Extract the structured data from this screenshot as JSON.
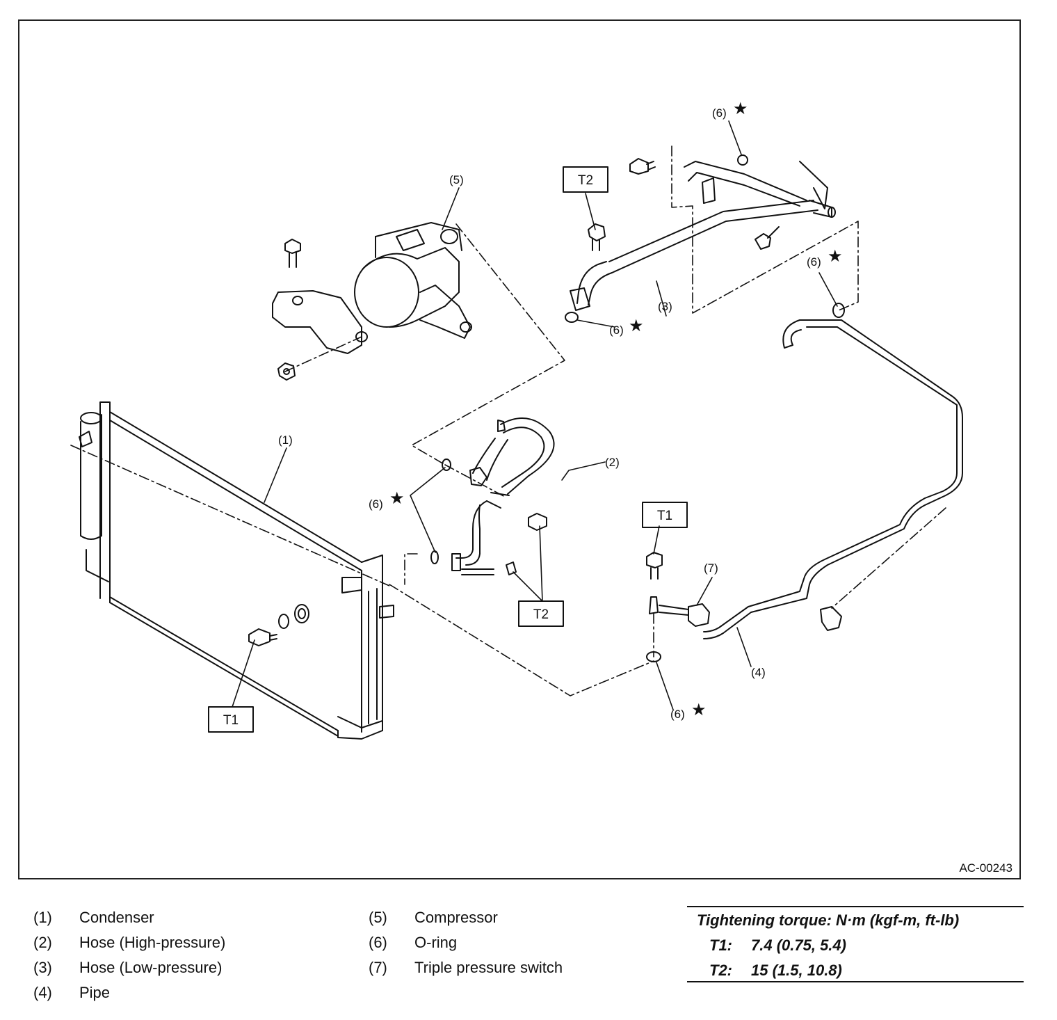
{
  "figure_id": "AC-00243",
  "callouts": {
    "c1": "(1)",
    "c2": "(2)",
    "c3": "(3)",
    "c4": "(4)",
    "c5": "(5)",
    "c6": "(6)",
    "c7": "(7)",
    "star": "★",
    "t1": "T1",
    "t2": "T2"
  },
  "legend": [
    {
      "num": "(1)",
      "label": "Condenser"
    },
    {
      "num": "(2)",
      "label": "Hose (High-pressure)"
    },
    {
      "num": "(3)",
      "label": "Hose (Low-pressure)"
    },
    {
      "num": "(4)",
      "label": "Pipe"
    },
    {
      "num": "(5)",
      "label": "Compressor"
    },
    {
      "num": "(6)",
      "label": "O-ring"
    },
    {
      "num": "(7)",
      "label": "Triple pressure switch"
    }
  ],
  "torque": {
    "heading": "Tightening torque: N·m (kgf-m, ft-lb)",
    "t1_key": "T1:",
    "t1_value": "7.4 (0.75, 5.4)",
    "t2_key": "T2:",
    "t2_value": "15 (1.5, 10.8)"
  }
}
